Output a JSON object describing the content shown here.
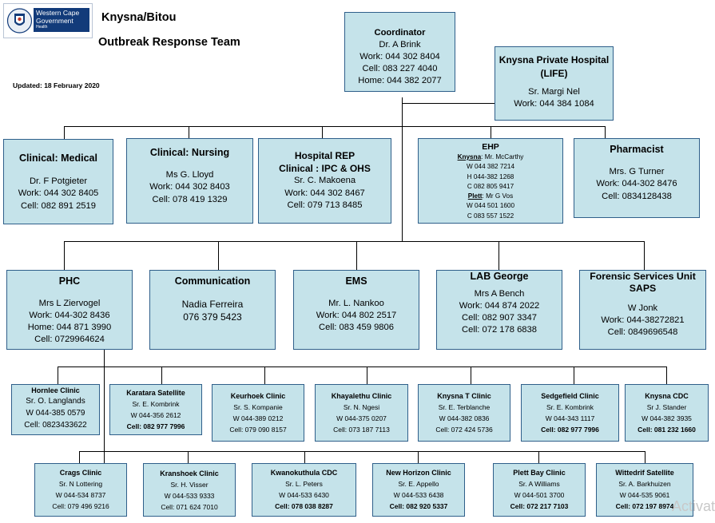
{
  "logo": {
    "name": "Western Cape Government",
    "line1": "Western Cape",
    "line2": "Government",
    "dept": "Health"
  },
  "header": {
    "title1": "Knysna/Bitou",
    "title2": "Outbreak Response  Team",
    "updated": "Updated: 18 February 2020"
  },
  "coordinator": {
    "title": "Coordinator",
    "lines": [
      "Dr. A Brink",
      "Work: 044 302 8404",
      "Cell:  083 227 4040",
      "Home: 044 382 2077"
    ]
  },
  "private_hospital": {
    "title": "Knysna Private Hospital (LIFE)",
    "lines": [
      "Sr. Margi Nel",
      "Work: 044 384 1084"
    ]
  },
  "level1": {
    "clinical_medical": {
      "title": "Clinical: Medical",
      "lines": [
        "Dr. F Potgieter",
        "Work: 044 302 8405",
        "Cell: 082 891 2519"
      ]
    },
    "clinical_nursing": {
      "title": "Clinical: Nursing",
      "lines": [
        "Ms G. Lloyd",
        "Work: 044 302 8403",
        "Cell: 078 419 1329"
      ]
    },
    "hospital_rep": {
      "title1": "Hospital REP",
      "title2": "Clinical : IPC & OHS",
      "lines": [
        "Sr. C. Makoena",
        "Work: 044 302 8467",
        "Cell: 079 713 8485"
      ]
    },
    "ehp": {
      "title": "EHP",
      "knysna_label": "Knysna",
      "knysna_name": ": Mr. McCarthy",
      "knysna_lines": [
        "W 044 382 7214",
        "H 044-382 1268",
        "C 082 805 9417"
      ],
      "plett_label": "Plett",
      "plett_name": ": Mr G Vos",
      "plett_lines": [
        "W 044 501 1600",
        "C 083 557 1522"
      ]
    },
    "pharmacist": {
      "title": "Pharmacist",
      "lines": [
        "Mrs. G Turner",
        "Work: 044-302 8476",
        "Cell: 0834128438"
      ]
    }
  },
  "level2": {
    "phc": {
      "title": "PHC",
      "lines": [
        "Mrs L Ziervogel",
        "Work: 044-302 8436",
        "Home: 044 871 3990",
        "Cell: 0729964624"
      ]
    },
    "communication": {
      "title": "Communication",
      "lines": [
        "Nadia Ferreira",
        "076 379 5423"
      ]
    },
    "ems": {
      "title": "EMS",
      "lines": [
        "Mr. L. Nankoo",
        "Work: 044 802 2517",
        "Cell: 083 459 9806"
      ]
    },
    "lab": {
      "title": "LAB George",
      "lines": [
        "Mrs A Bench",
        "Work: 044 874 2022",
        "Cell: 082 907 3347",
        "Cell: 072 178 6838"
      ]
    },
    "forensic": {
      "title1": "Forensic Services Unit",
      "title2": "SAPS",
      "lines": [
        "W Jonk",
        "Work: 044-38272821",
        "Cell: 0849696548"
      ]
    }
  },
  "clinics_row1": [
    {
      "title": "Hornlee Clinic",
      "lines": [
        "Sr. O. Langlands",
        "W 044-385 0579",
        "Cell: 0823433622"
      ]
    },
    {
      "title": "Karatara Satellite",
      "lines": [
        "Sr. E. Kombrink",
        "W 044-356 2612",
        "Cell: 082 977 7996"
      ]
    },
    {
      "title": "Keurhoek Clinic",
      "lines": [
        "Sr. S. Kompanie",
        "W 044-389 0212",
        "Cell: 079 090 8157"
      ]
    },
    {
      "title": "Khayalethu Clinic",
      "lines": [
        "Sr. N. Ngesi",
        "W 044-375 0207",
        "Cell: 073 187 7113"
      ]
    },
    {
      "title": "Knysna T Clinic",
      "lines": [
        "Sr. E. Terblanche",
        "W 044-382 0836",
        "Cell: 072 424 5736"
      ]
    },
    {
      "title": "Sedgefield Clinic",
      "lines": [
        "Sr. E. Kombrink",
        "W 044-343 1117",
        "Cell: 082 977 7996"
      ]
    },
    {
      "title": "Knysna CDC",
      "lines": [
        "Sr J. Stander",
        "W 044-382 3935",
        "Cell: 081 232 1660"
      ]
    }
  ],
  "clinics_row2": [
    {
      "title": "Crags Clinic",
      "lines": [
        "Sr. N Lottering",
        "W 044-534 8737",
        "Cell: 079 496 9216"
      ]
    },
    {
      "title": "Kranshoek Clinic",
      "lines": [
        "Sr. H. Visser",
        "W 044-533 9333",
        "Cell: 071 624 7010"
      ]
    },
    {
      "title": "Kwanokuthula CDC",
      "lines": [
        "Sr. L. Peters",
        "W 044-533 6430",
        "Cell: 078 038 8287"
      ]
    },
    {
      "title": "New Horizon Clinic",
      "lines": [
        "Sr. E. Appello",
        "W 044-533 6438",
        "Cell: 082 920 5337"
      ]
    },
    {
      "title": "Plett Bay Clinic",
      "lines": [
        "Sr. A Williams",
        "W 044-501 3700",
        "Cell: 072 217 7103"
      ]
    },
    {
      "title": "Wittedrif Satellite",
      "lines": [
        "Sr. A. Barkhuizen",
        "W 044-535 9061",
        "Cell: 072 197 8974"
      ]
    }
  ],
  "watermark": "Activat"
}
